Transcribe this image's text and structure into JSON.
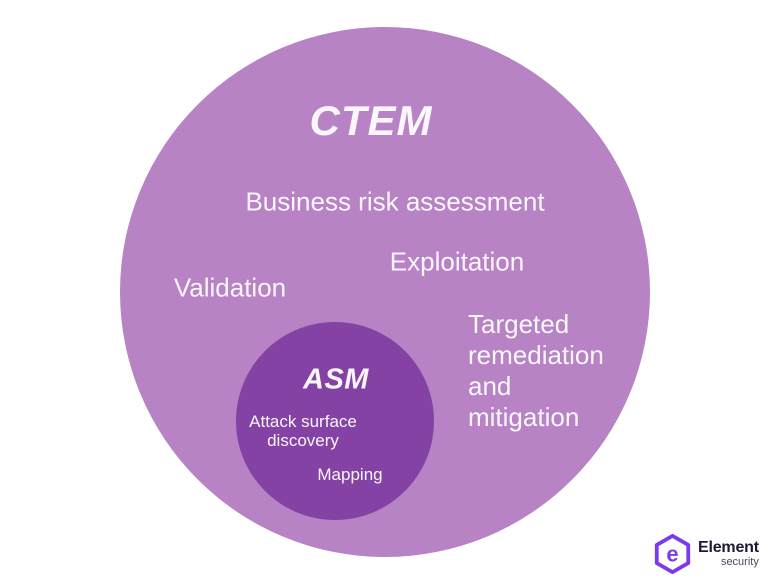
{
  "diagram": {
    "ctem": {
      "title": "CTEM",
      "business": "Business risk assessment",
      "exploitation": "Exploitation",
      "validation": "Validation",
      "targeted": "Targeted\nremediation\nand\nmitigation"
    },
    "asm": {
      "title": "ASM",
      "attack_surface": "Attack surface\ndiscovery",
      "mapping": "Mapping"
    }
  },
  "logo": {
    "icon": "hexagon-e-icon",
    "letter": "e",
    "brand": "Element",
    "sub": "security"
  },
  "colors": {
    "background": "#FFFFFF",
    "ctem_circle": "#B783C4",
    "asm_circle": "#8342A4",
    "diagram_text": "#FAF6FC",
    "logo_purple": "#7C3AED",
    "brand_text": "#1B1B35",
    "sub_text": "#4B4B5E"
  }
}
